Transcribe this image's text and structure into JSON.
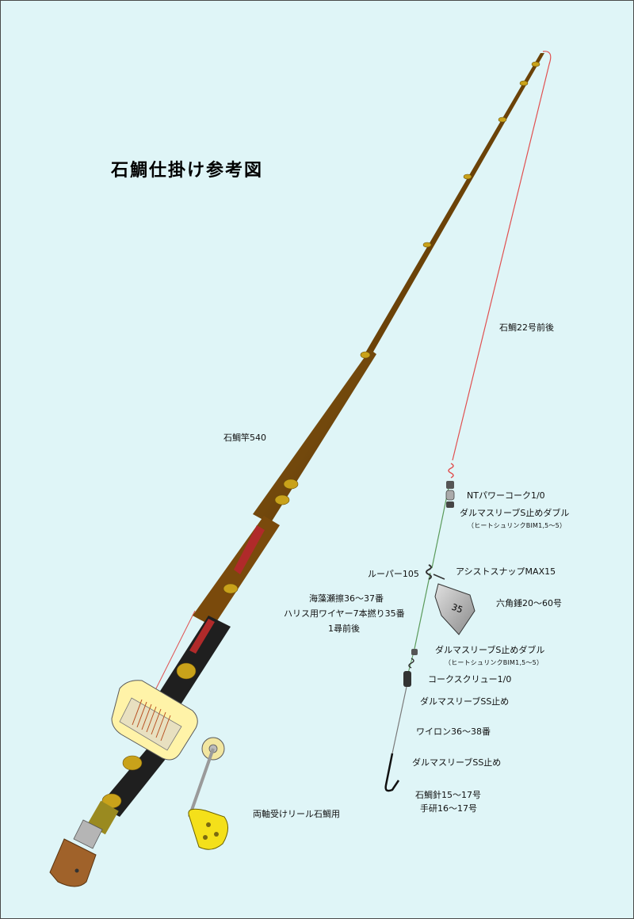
{
  "title": "石鯛仕掛け参考図",
  "labels": {
    "main_line": "石鯛22号前後",
    "rod": "石鯛竿540",
    "swivel_top": "NTパワーコーク1/0",
    "sleeve_top": "ダルマスリーブS止めダブル",
    "sleeve_top_note": "（ヒートシュリンクBIM1,5〜5）",
    "looper": "ルーパー105",
    "assist_snap": "アシストスナップMAX15",
    "sinker": "六角錘20〜60号",
    "sinker_mark": "35",
    "seaweed_line": "海藻瀬擦36〜37番",
    "harris_wire": "ハリス用ワイヤー7本撚り35番",
    "length": "1尋前後",
    "sleeve_mid": "ダルマスリーブS止めダブル",
    "sleeve_mid_note": "（ヒートシュリンクBIM1,5〜5）",
    "cork_screw": "コークスクリュー1/0",
    "sleeve_ss_1": "ダルマスリーブSS止め",
    "wire_lower": "ワイロン36〜38番",
    "sleeve_ss_2": "ダルマスリーブSS止め",
    "hook": "石鯛針15〜17号",
    "hook_finish": "手研16〜17号",
    "reel": "両軸受けリール石鯛用"
  },
  "colors": {
    "background": "#dff5f7",
    "rod": "#6b4208",
    "rod_dark": "#1f1f1f",
    "guide_gold": "#c9a21a",
    "main_line": "#e05050",
    "leader": "#5a9a5a",
    "reel_cream": "#fff3a8",
    "reel_spool": "#b85020",
    "handle_yellow": "#f4e01a",
    "butt_cap": "#a0622a",
    "sinker": "#b0b0b0"
  },
  "icons": [
    "rod-icon",
    "reel-icon",
    "swivel-icon",
    "snap-icon",
    "sinker-icon",
    "hook-icon"
  ]
}
